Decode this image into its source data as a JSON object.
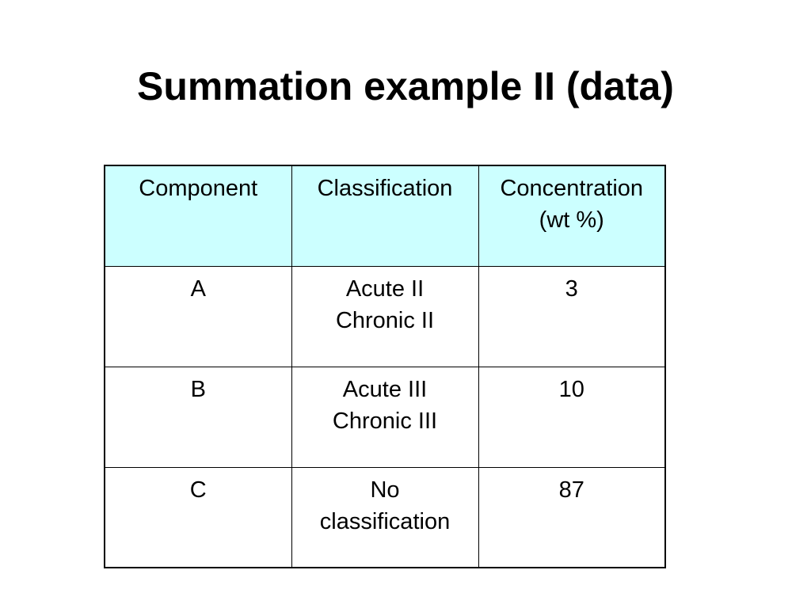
{
  "slide": {
    "title": "Summation example II (data)"
  },
  "colors": {
    "header_background": "#ccffff",
    "border": "#000000",
    "text": "#000000"
  },
  "table": {
    "headers": [
      {
        "lines": [
          "Component"
        ]
      },
      {
        "lines": [
          "Classification"
        ]
      },
      {
        "lines": [
          "Concentration",
          "(wt %)"
        ]
      }
    ],
    "rows": [
      {
        "component": "A",
        "classification": [
          "Acute II",
          "Chronic II"
        ],
        "concentration": "3"
      },
      {
        "component": "B",
        "classification": [
          "Acute III",
          "Chronic III"
        ],
        "concentration": "10"
      },
      {
        "component": "C",
        "classification": [
          "No",
          "classification"
        ],
        "concentration": "87"
      }
    ]
  }
}
